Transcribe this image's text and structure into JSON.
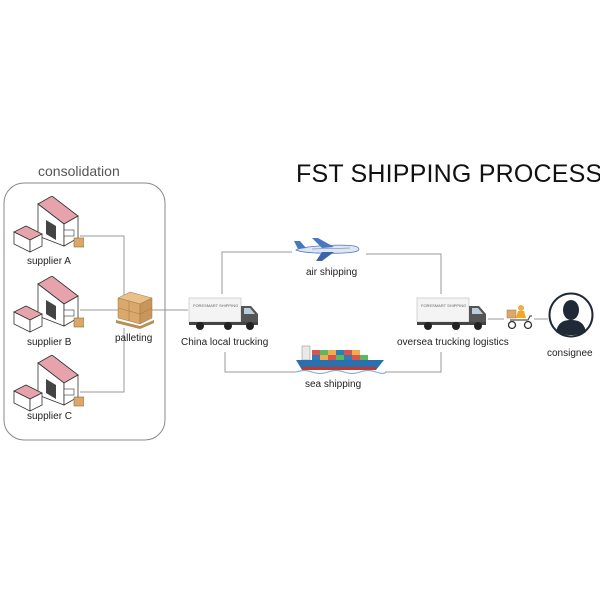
{
  "title": "FST SHIPPING PROCESS",
  "consolidation": {
    "label": "consolidation"
  },
  "suppliers": [
    {
      "label": "supplier A"
    },
    {
      "label": "supplier B"
    },
    {
      "label": "supplier C"
    }
  ],
  "palleting": {
    "label": "palleting"
  },
  "china_trucking": {
    "label": "China local trucking",
    "truck_text": "FORESMART SHIPPING"
  },
  "air": {
    "label": "air shipping"
  },
  "sea": {
    "label": "sea shipping"
  },
  "oversea_trucking": {
    "label": "oversea trucking logistics",
    "truck_text": "FORESMART SHIPPING"
  },
  "consignee": {
    "label": "consignee"
  },
  "colors": {
    "roof": "#e6a3ab",
    "wall": "#ffffff",
    "outline": "#333333",
    "line": "#999999",
    "box": "#d9a86a",
    "plane": "#4a78c0",
    "ship_hull": "#2a6fb0",
    "consignee": "#1f2a36"
  }
}
